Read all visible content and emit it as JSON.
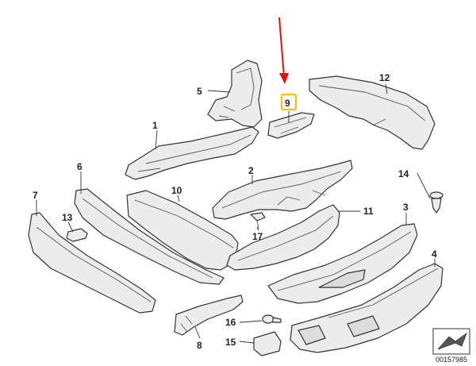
{
  "diagram": {
    "callouts": {
      "p1": "1",
      "p2": "2",
      "p3": "3",
      "p4": "4",
      "p5": "5",
      "p6": "6",
      "p7": "7",
      "p8": "8",
      "p9": "9",
      "p10": "10",
      "p11": "11",
      "p12": "12",
      "p13": "13",
      "p14": "14",
      "p15": "15",
      "p16": "16",
      "p17": "17"
    },
    "highlighted_part": "9",
    "document_id": "00157985",
    "colors": {
      "highlight": "#f2c200",
      "arrow": "#e01010"
    },
    "icons": [
      "arrow-down-icon",
      "page-navigation-icon"
    ]
  }
}
